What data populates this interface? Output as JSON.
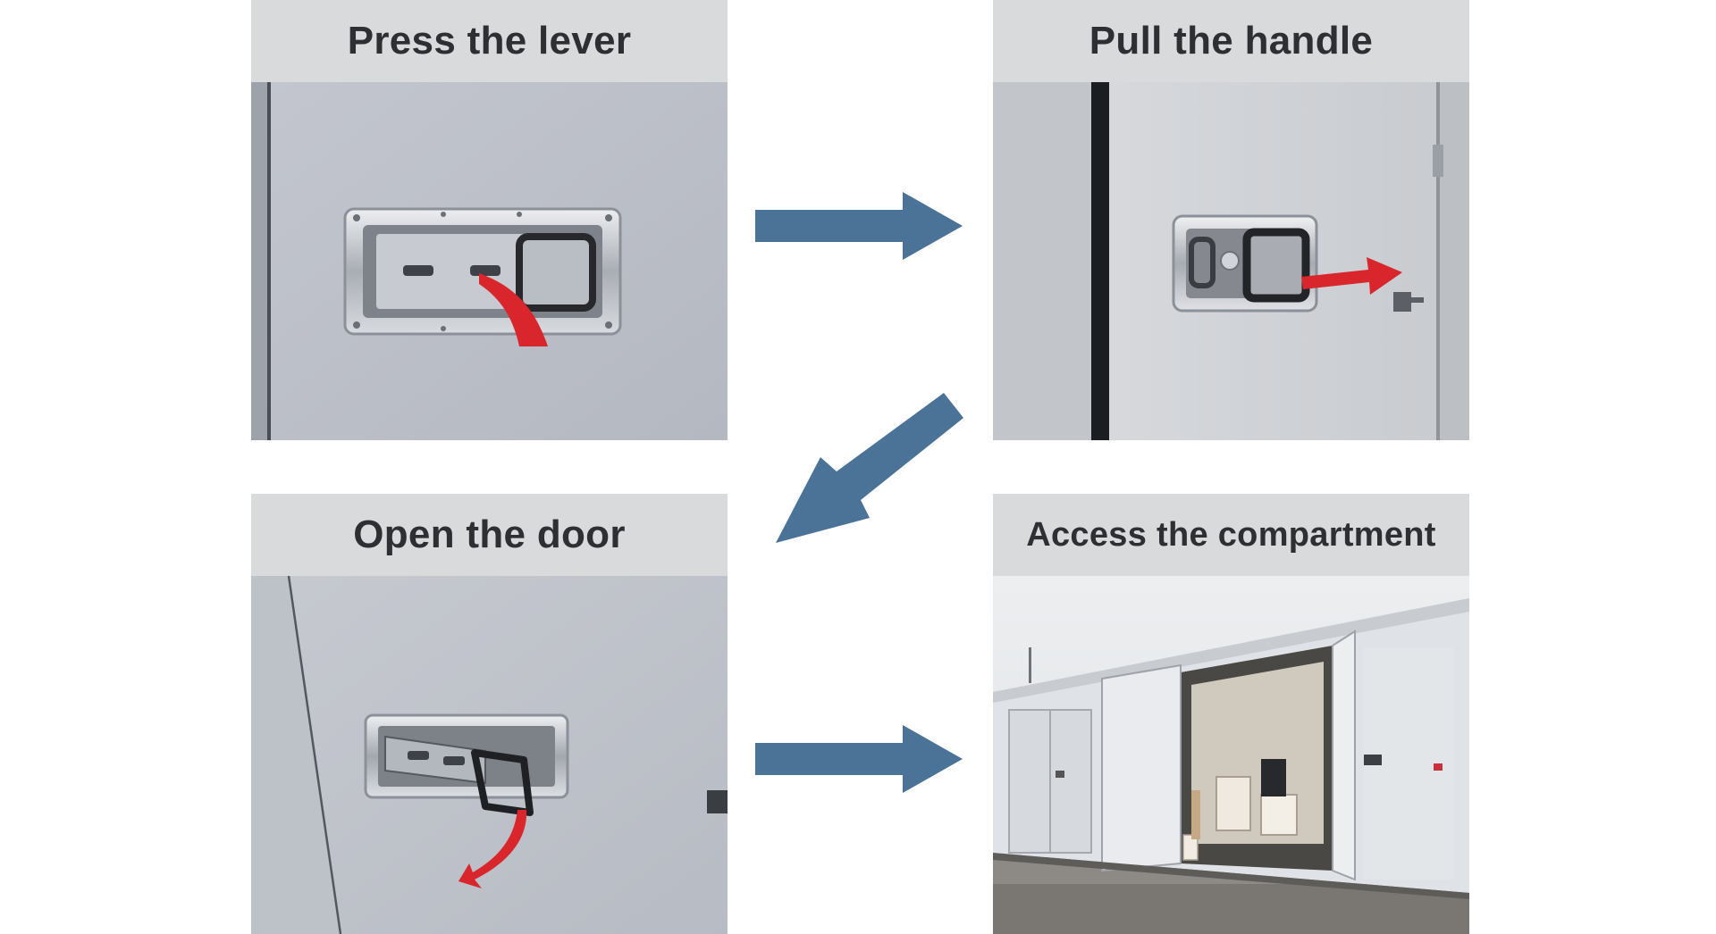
{
  "steps": [
    {
      "title": "Press the lever"
    },
    {
      "title": "Pull the handle"
    },
    {
      "title": "Open the door"
    },
    {
      "title": "Access the compartment"
    }
  ],
  "colors": {
    "flow_arrow": "#4a7397",
    "action_arrow": "#d9262c",
    "header_bg": "#d8dadb",
    "header_text": "#2d2f33"
  },
  "icons": {
    "flow": "arrow-right-icon",
    "flow_diagonal": "arrow-down-left-icon",
    "action": "curved-red-arrow-icon"
  }
}
